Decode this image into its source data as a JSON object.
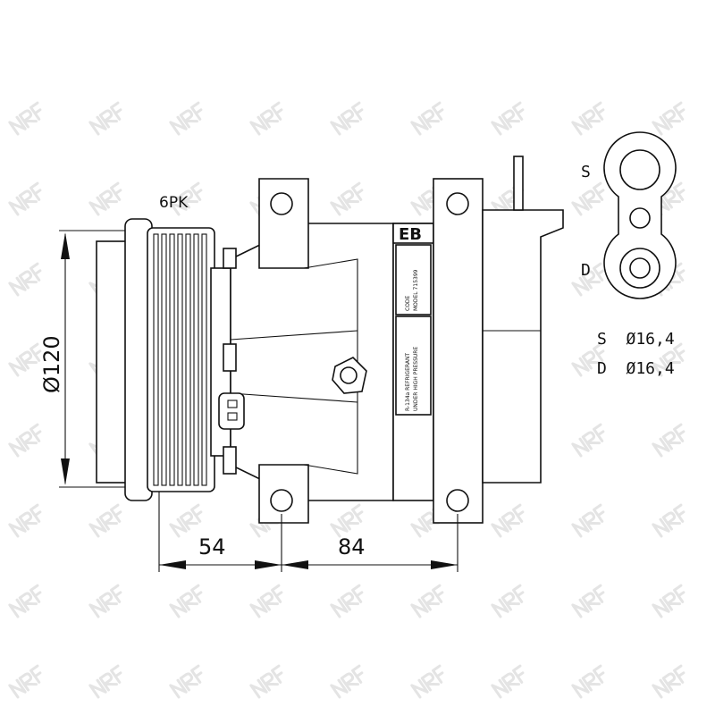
{
  "belt_label": "6PK",
  "plate_code": "EB",
  "label_model": [
    "CODE",
    "MODEL 715399"
  ],
  "label_warning": [
    "R-134a REFRIGERANT",
    "UNDER HIGH PRESSURE"
  ],
  "dimensions": {
    "diameter": "Ø120",
    "pulley_to_mount": "54",
    "mount_to_mount": "84"
  },
  "ports": {
    "suction_label": "S",
    "discharge_label": "D",
    "suction_size": "S  Ø16,4",
    "discharge_size": "D  Ø16,4"
  },
  "watermark": "NRF"
}
